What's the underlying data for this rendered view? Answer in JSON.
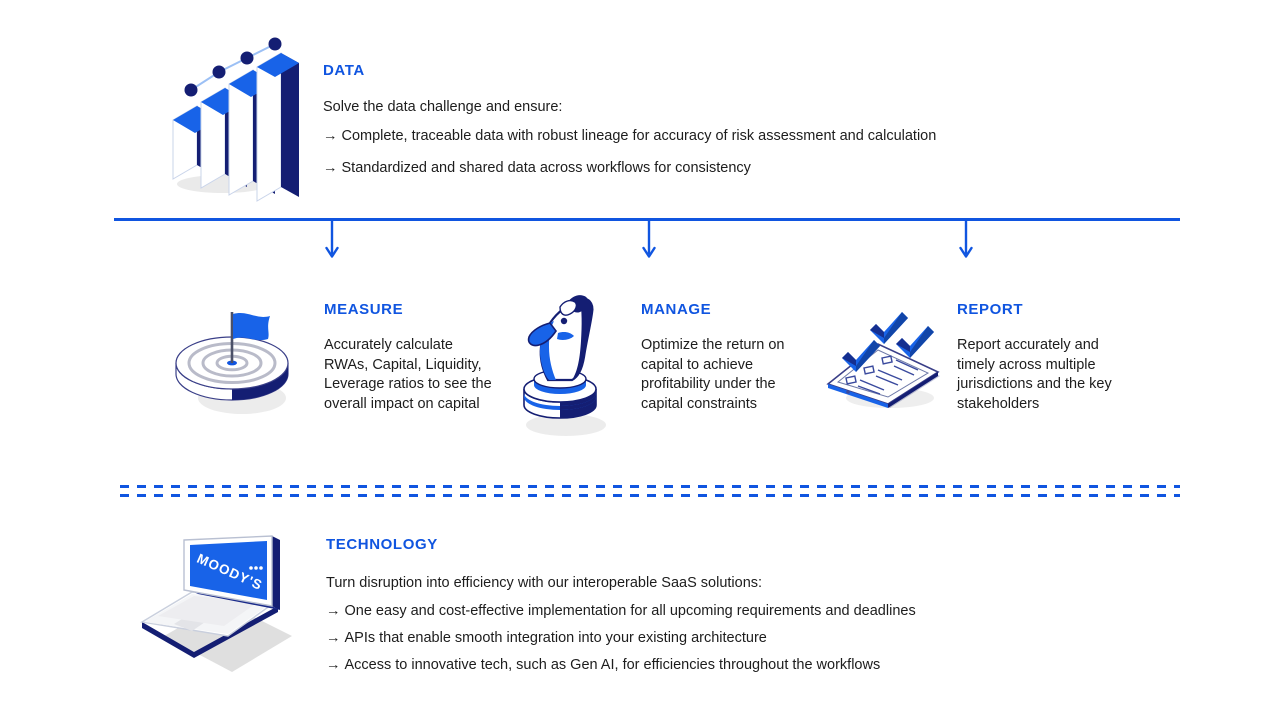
{
  "document": {
    "type": "infographic",
    "background_color": "#ffffff",
    "accent_color": "#1055e0",
    "dark_accent_color": "#141e73",
    "text_color": "#1d1d1d"
  },
  "sections": {
    "data": {
      "heading": "DATA",
      "intro": "Solve the data challenge and ensure:",
      "bullets": [
        "Complete, traceable data with robust lineage for accuracy of risk assessment and calculation",
        "Standardized and shared data across workflows for consistency"
      ],
      "icon": "bar-chart-growth-icon"
    },
    "measure": {
      "heading": "MEASURE",
      "body": "Accurately calculate RWAs, Capital, Liquidity, Leverage ratios to see the overall impact on capital",
      "body_lines": [
        "Accurately calculate",
        "RWAs, Capital,",
        "Liquidity, Leverage",
        "ratios to see the",
        "overall impact",
        "on capital"
      ],
      "icon": "target-flag-icon"
    },
    "manage": {
      "heading": "MANAGE",
      "body": "Optimize the return on capital to achieve profitability under the capital constraints",
      "body_lines": [
        "Optimize the return",
        "on capital to",
        "achieve profitability",
        "under the capital",
        "constraints"
      ],
      "icon": "chess-knight-icon"
    },
    "report": {
      "heading": "REPORT",
      "body": "Report accurately and timely across multiple jurisdictions and the key stakeholders",
      "body_lines": [
        "Report accurately",
        "and timely across",
        "multiple jurisdictions",
        "and the key",
        "stakeholders"
      ],
      "icon": "clipboard-checklist-icon"
    },
    "technology": {
      "heading": "TECHNOLOGY",
      "intro": "Turn disruption into efficiency with our interoperable SaaS solutions:",
      "bullets": [
        "One easy and cost-effective implementation for all upcoming requirements and deadlines",
        "APIs that enable smooth integration into your existing architecture",
        "Access to innovative tech, such as Gen AI, for efficiencies throughout the workflows"
      ],
      "icon": "laptop-icon",
      "laptop_screen_label": "MOODY'S"
    }
  },
  "connectors": {
    "arrow_glyph": "→",
    "down_arrow_count": 3,
    "solid_divider": "solid-horizontal-rule",
    "dashed_divider": "dashed-horizontal-rule"
  }
}
